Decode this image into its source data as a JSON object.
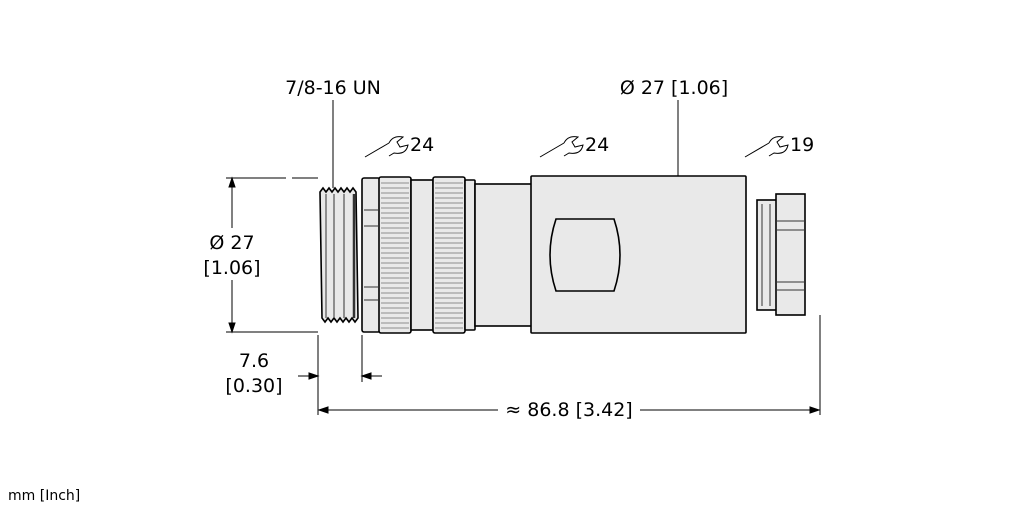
{
  "labels": {
    "thread": "7/8-16 UN",
    "body_diameter": "Ø 27 [1.06]",
    "wrench_1": "24",
    "wrench_2": "24",
    "wrench_3": "19",
    "left_diameter_mm": "Ø 27",
    "left_diameter_in": "[1.06]",
    "thread_length_mm": "7.6",
    "thread_length_in": "[0.30]",
    "overall_length": "≈ 86.8 [3.42]",
    "units": "mm [Inch]"
  },
  "icons": {
    "wrench": "wrench-icon"
  }
}
